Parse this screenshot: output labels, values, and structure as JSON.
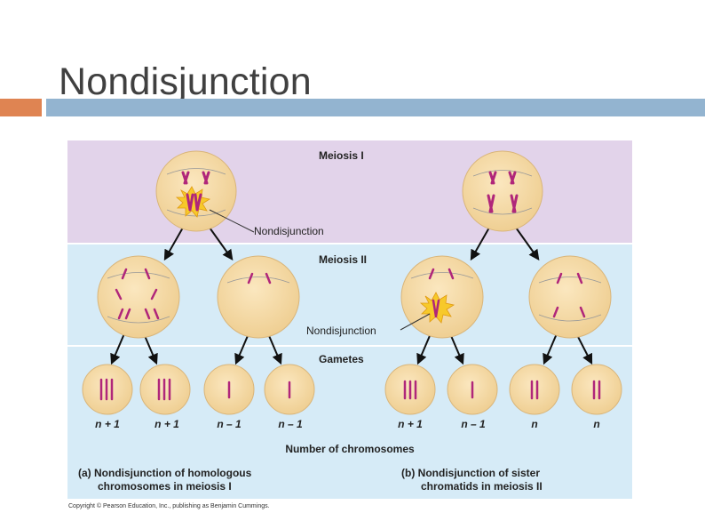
{
  "slide": {
    "title": "Nondisjunction",
    "copyright": "Copyright © Pearson Education, Inc., publishing as Benjamin Cummings."
  },
  "figure": {
    "band_labels": {
      "meiosis1": "Meiosis I",
      "meiosis2": "Meiosis II",
      "gametes": "Gametes"
    },
    "callout_nondisjunction_1": "Nondisjunction",
    "callout_nondisjunction_2": "Nondisjunction",
    "gamete_counts": [
      "n + 1",
      "n + 1",
      "n – 1",
      "n – 1",
      "n + 1",
      "n – 1",
      "n",
      "n"
    ],
    "axis_caption": "Number of chromosomes",
    "caption_a": {
      "line1": "(a) Nondisjunction of homologous",
      "line2": "chromosomes in meiosis I"
    },
    "caption_b": {
      "line1": "(b) Nondisjunction of sister",
      "line2": "chromatids in meiosis II"
    }
  },
  "colors": {
    "meiosis1_band": "#e2d3ea",
    "meiosis2_band": "#d6ebf7",
    "gametes_band": "#d6ebf7",
    "cell_fill": "#f6dca8",
    "chromosome": "#b0267a",
    "burst": "#f7c92a",
    "accent_orange": "#df8452",
    "accent_blue": "#93b4d0"
  }
}
